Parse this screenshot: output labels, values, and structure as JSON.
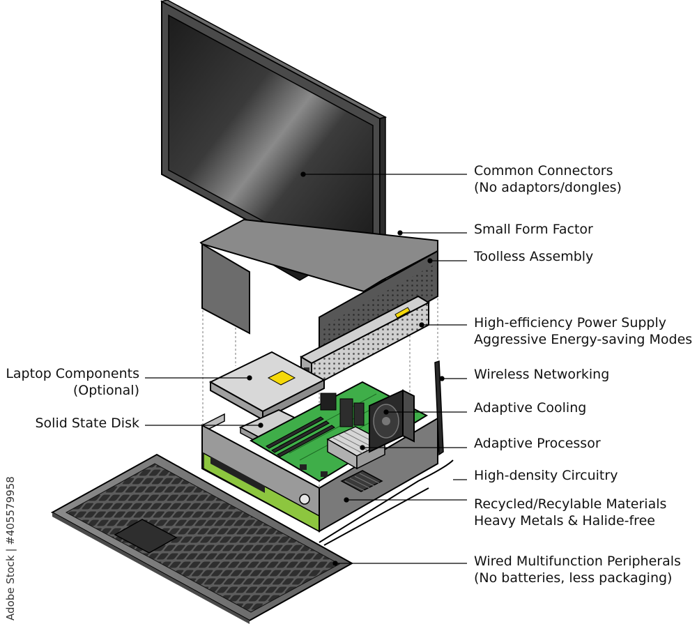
{
  "labels": {
    "common_connectors": [
      "Common Connectors",
      "(No adaptors/dongles)"
    ],
    "small_form_factor": [
      "Small Form Factor"
    ],
    "toolless_assembly": [
      "Toolless Assembly"
    ],
    "power_supply": [
      "High-efficiency Power Supply",
      "Aggressive Energy-saving Modes"
    ],
    "wireless_networking": [
      "Wireless Networking"
    ],
    "adaptive_cooling": [
      "Adaptive Cooling"
    ],
    "adaptive_processor": [
      "Adaptive Processor"
    ],
    "high_density_circuitry": [
      "High-density Circuitry"
    ],
    "recycled_materials": [
      "Recycled/Recylable Materials",
      "Heavy Metals & Halide-free"
    ],
    "wired_peripherals": [
      "Wired Multifunction Peripherals",
      "(No batteries, less packaging)"
    ],
    "laptop_components": [
      "Laptop Components",
      "(Optional)"
    ],
    "solid_state_disk": [
      "Solid State Disk"
    ]
  },
  "watermark": "Adobe Stock | #405579958",
  "colors": {
    "circuit_green": "#3fae49",
    "accent_lime": "#8dc63f",
    "chip_yellow": "#f5d90a",
    "case_grey": "#7a7a7a",
    "screen_dark": "#2b2b2b"
  }
}
